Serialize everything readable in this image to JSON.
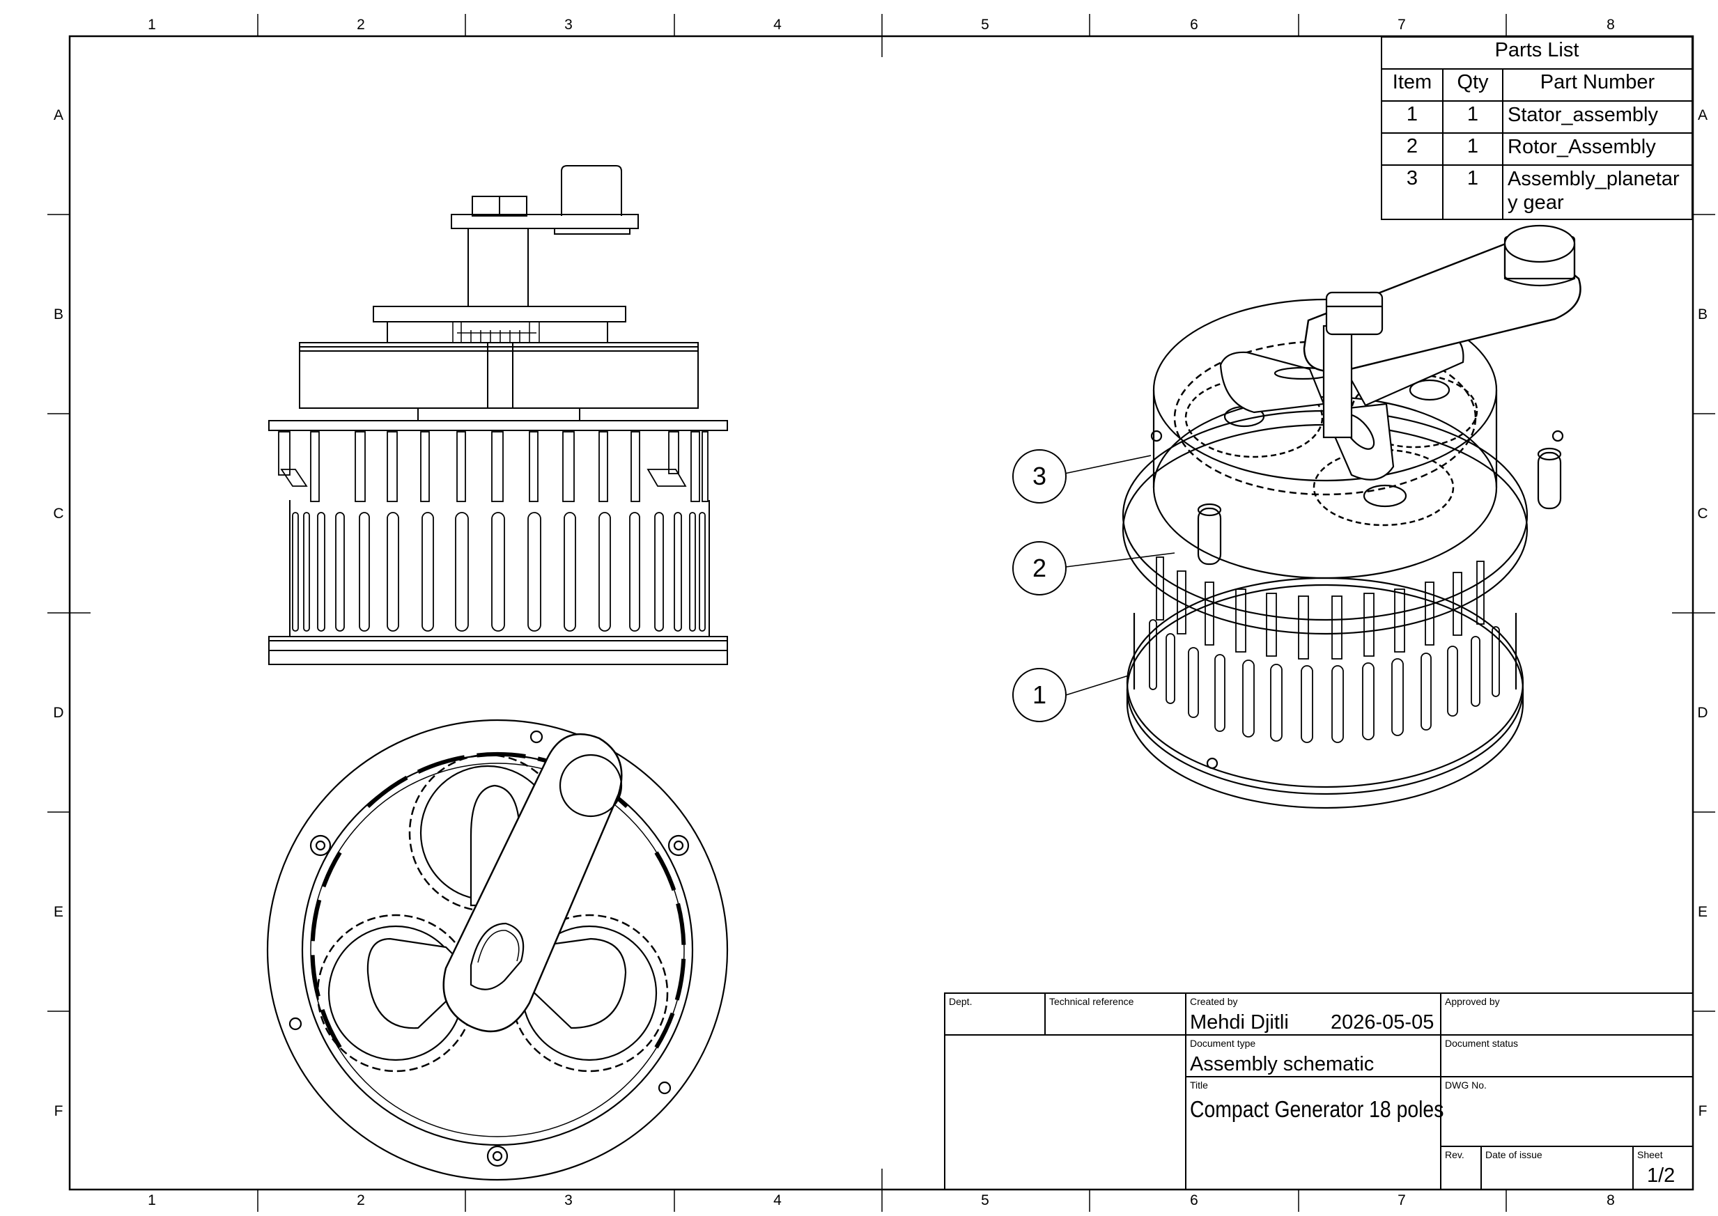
{
  "zones": {
    "columns": [
      "1",
      "2",
      "3",
      "4",
      "5",
      "6",
      "7",
      "8"
    ],
    "rows": [
      "A",
      "B",
      "C",
      "D",
      "E",
      "F"
    ]
  },
  "parts_list": {
    "title": "Parts List",
    "headers": [
      "Item",
      "Qty",
      "Part Number"
    ],
    "rows": [
      {
        "item": "1",
        "qty": "1",
        "part": "Stator_assembly"
      },
      {
        "item": "2",
        "qty": "1",
        "part": "Rotor_Assembly"
      },
      {
        "item": "3",
        "qty": "1",
        "part": "Assembly_planetary gear"
      }
    ]
  },
  "balloons": [
    "3",
    "2",
    "1"
  ],
  "title_block": {
    "dept_label": "Dept.",
    "tech_ref_label": "Technical reference",
    "created_by_label": "Created by",
    "created_by": "Mehdi Djitli",
    "date": "2026-05-05",
    "approved_by_label": "Approved by",
    "doc_type_label": "Document type",
    "doc_type": "Assembly schematic",
    "doc_status_label": "Document status",
    "title_label": "Title",
    "title": "Compact Generator 18 poles",
    "dwg_no_label": "DWG No.",
    "rev_label": "Rev.",
    "date_of_issue_label": "Date of issue",
    "sheet_label": "Sheet",
    "sheet": "1/2"
  }
}
